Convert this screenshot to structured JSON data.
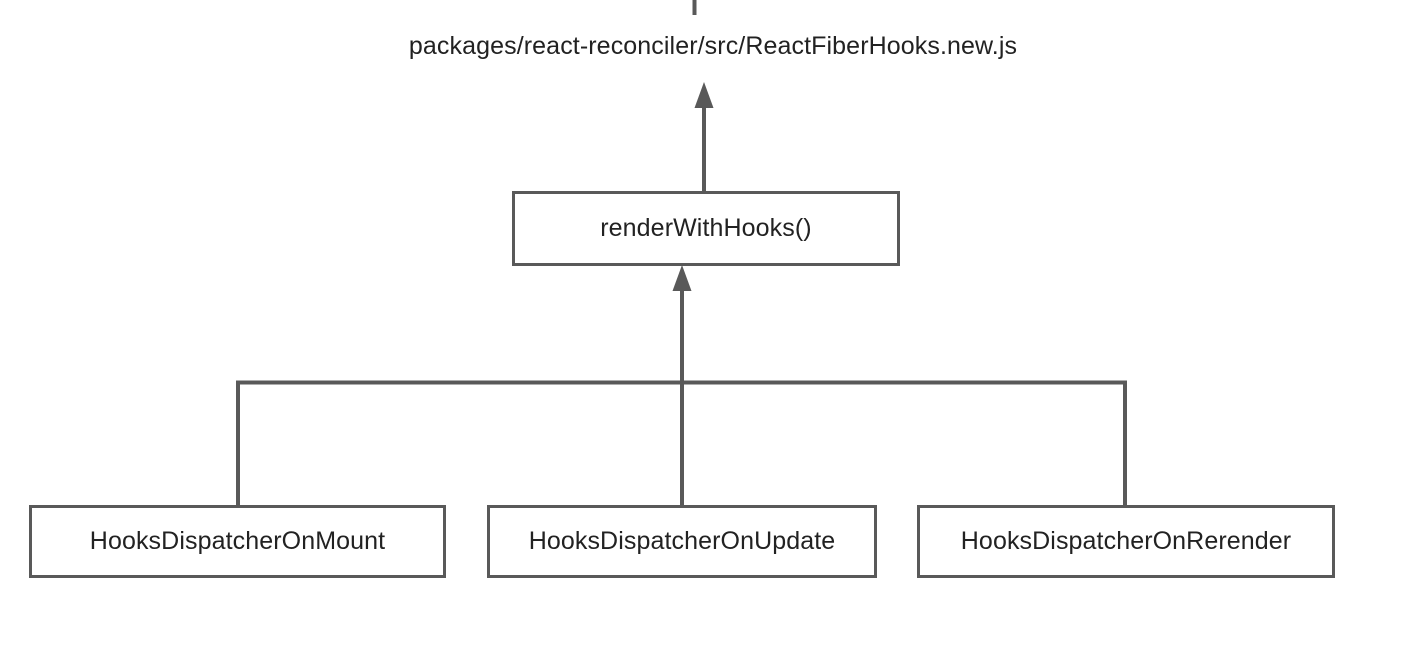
{
  "diagram": {
    "type": "call-graph",
    "file_label": "packages/react-reconciler/src/ReactFiberHooks.new.js",
    "nodes": [
      {
        "id": "render-with-hooks",
        "label": "renderWithHooks()"
      },
      {
        "id": "hooks-dispatcher-on-mount",
        "label": "HooksDispatcherOnMount"
      },
      {
        "id": "hooks-dispatcher-on-update",
        "label": "HooksDispatcherOnUpdate"
      },
      {
        "id": "hooks-dispatcher-on-rerender",
        "label": "HooksDispatcherOnRerender"
      }
    ],
    "edges": [
      {
        "from": "render-with-hooks",
        "to": "file-path-label",
        "arrow": "up",
        "style": "solid"
      },
      {
        "from": "hooks-dispatcher-on-mount",
        "to": "render-with-hooks",
        "arrow": "up",
        "style": "solid"
      },
      {
        "from": "hooks-dispatcher-on-update",
        "to": "render-with-hooks",
        "arrow": "up",
        "style": "solid"
      },
      {
        "from": "hooks-dispatcher-on-rerender",
        "to": "render-with-hooks",
        "arrow": "up",
        "style": "solid"
      }
    ],
    "colors": {
      "background": "#ffffff",
      "node_border": "#595959",
      "node_fill": "#ffffff",
      "edge": "#595959",
      "text": "#222222"
    }
  }
}
